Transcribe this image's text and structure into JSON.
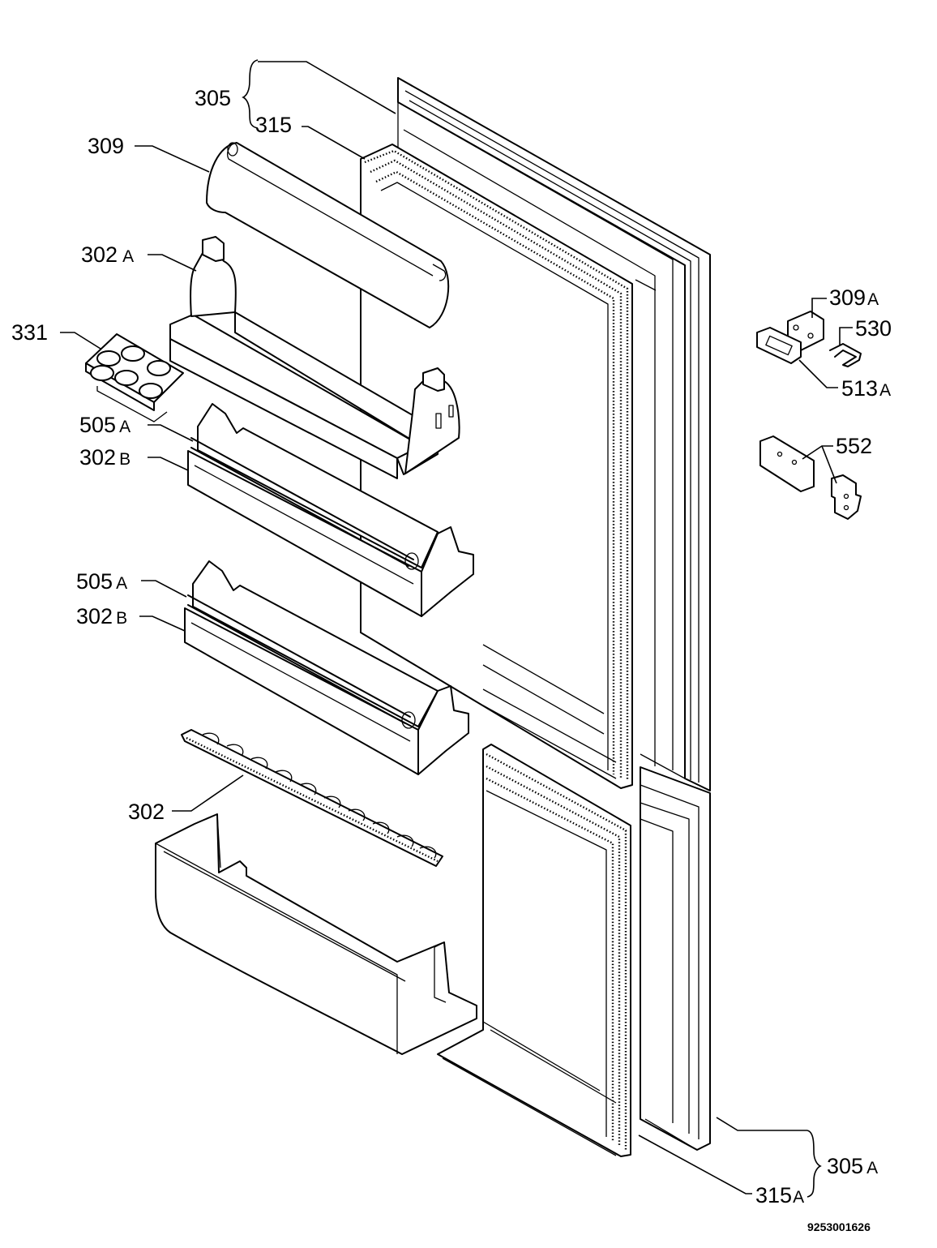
{
  "labels": {
    "p305": "305",
    "p315": "315",
    "p309": "309",
    "p302A": {
      "num": "302",
      "suffix": "A"
    },
    "p331": "331",
    "p505A_1": {
      "num": "505",
      "suffix": "A"
    },
    "p302B_1": {
      "num": "302",
      "suffix": "B"
    },
    "p505A_2": {
      "num": "505",
      "suffix": "A"
    },
    "p302B_2": {
      "num": "302",
      "suffix": "B"
    },
    "p302": "302",
    "p309A": {
      "num": "309",
      "suffix": "A"
    },
    "p530": "530",
    "p513A": {
      "num": "513",
      "suffix": "A"
    },
    "p552": "552",
    "p305A": {
      "num": "305",
      "suffix": "A"
    },
    "p315A": {
      "num": "315",
      "suffix": "A"
    }
  },
  "document_number": "9253001626"
}
